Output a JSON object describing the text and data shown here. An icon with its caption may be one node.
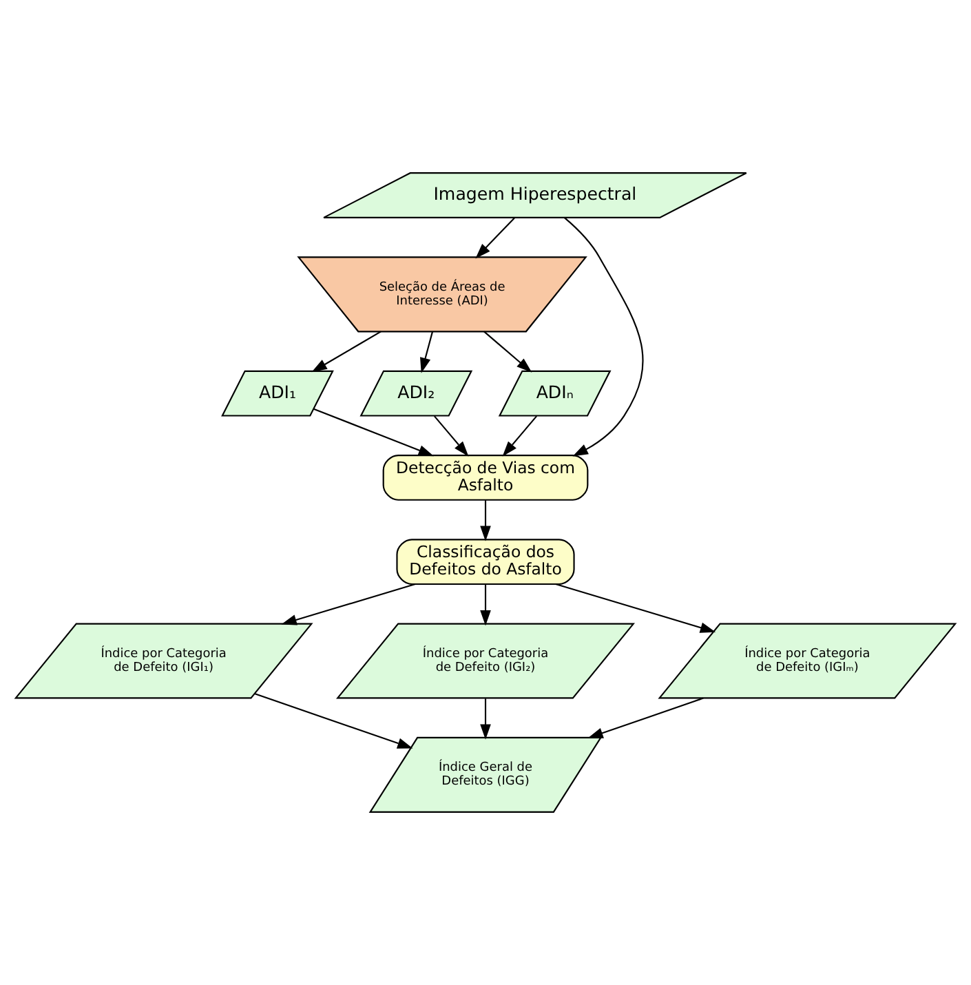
{
  "diagram": {
    "nodes": [
      {
        "text": [
          "Imagem Hiperespectral"
        ]
      },
      {
        "text": [
          "Seleção de Áreas de Interesse (ADI)"
        ]
      },
      {
        "text": [
          "ADI₁"
        ]
      },
      {
        "text": [
          "ADI₂"
        ]
      },
      {
        "text": [
          "ADIₙ"
        ]
      },
      {
        "text": [
          "Detecção de Vias com Asfalto"
        ]
      },
      {
        "text": [
          "Classificação dos Defeitos do Asfalto"
        ]
      },
      {
        "text": [
          "Índice por Categoria de Defeito (IGI₁)"
        ]
      },
      {
        "text": [
          "Índice por Categoria de Defeito (IGI₂)"
        ]
      },
      {
        "text": [
          "Índice por Categoria de Defeito (IGIₘ)"
        ]
      },
      {
        "text": [
          "Índice Geral de Defeitos (IGG)"
        ]
      }
    ],
    "edges": [
      {
        "from": 0,
        "to": 1,
        "arrow": "to"
      },
      {
        "from": 1,
        "to": 2,
        "arrow": "to"
      },
      {
        "from": 1,
        "to": 3,
        "arrow": "to"
      },
      {
        "from": 1,
        "to": 4,
        "arrow": "to"
      },
      {
        "from": 2,
        "to": 5,
        "arrow": "to"
      },
      {
        "from": 3,
        "to": 5,
        "arrow": "to"
      },
      {
        "from": 4,
        "to": 5,
        "arrow": "to"
      },
      {
        "from": 0,
        "to": 5,
        "arrow": "to"
      },
      {
        "from": 5,
        "to": 6,
        "arrow": "to"
      },
      {
        "from": 6,
        "to": 7,
        "arrow": "to"
      },
      {
        "from": 6,
        "to": 8,
        "arrow": "to"
      },
      {
        "from": 6,
        "to": 9,
        "arrow": "to"
      },
      {
        "from": 7,
        "to": 10,
        "arrow": "to"
      },
      {
        "from": 8,
        "to": 10,
        "arrow": "to"
      },
      {
        "from": 9,
        "to": 10,
        "arrow": "to"
      }
    ]
  }
}
